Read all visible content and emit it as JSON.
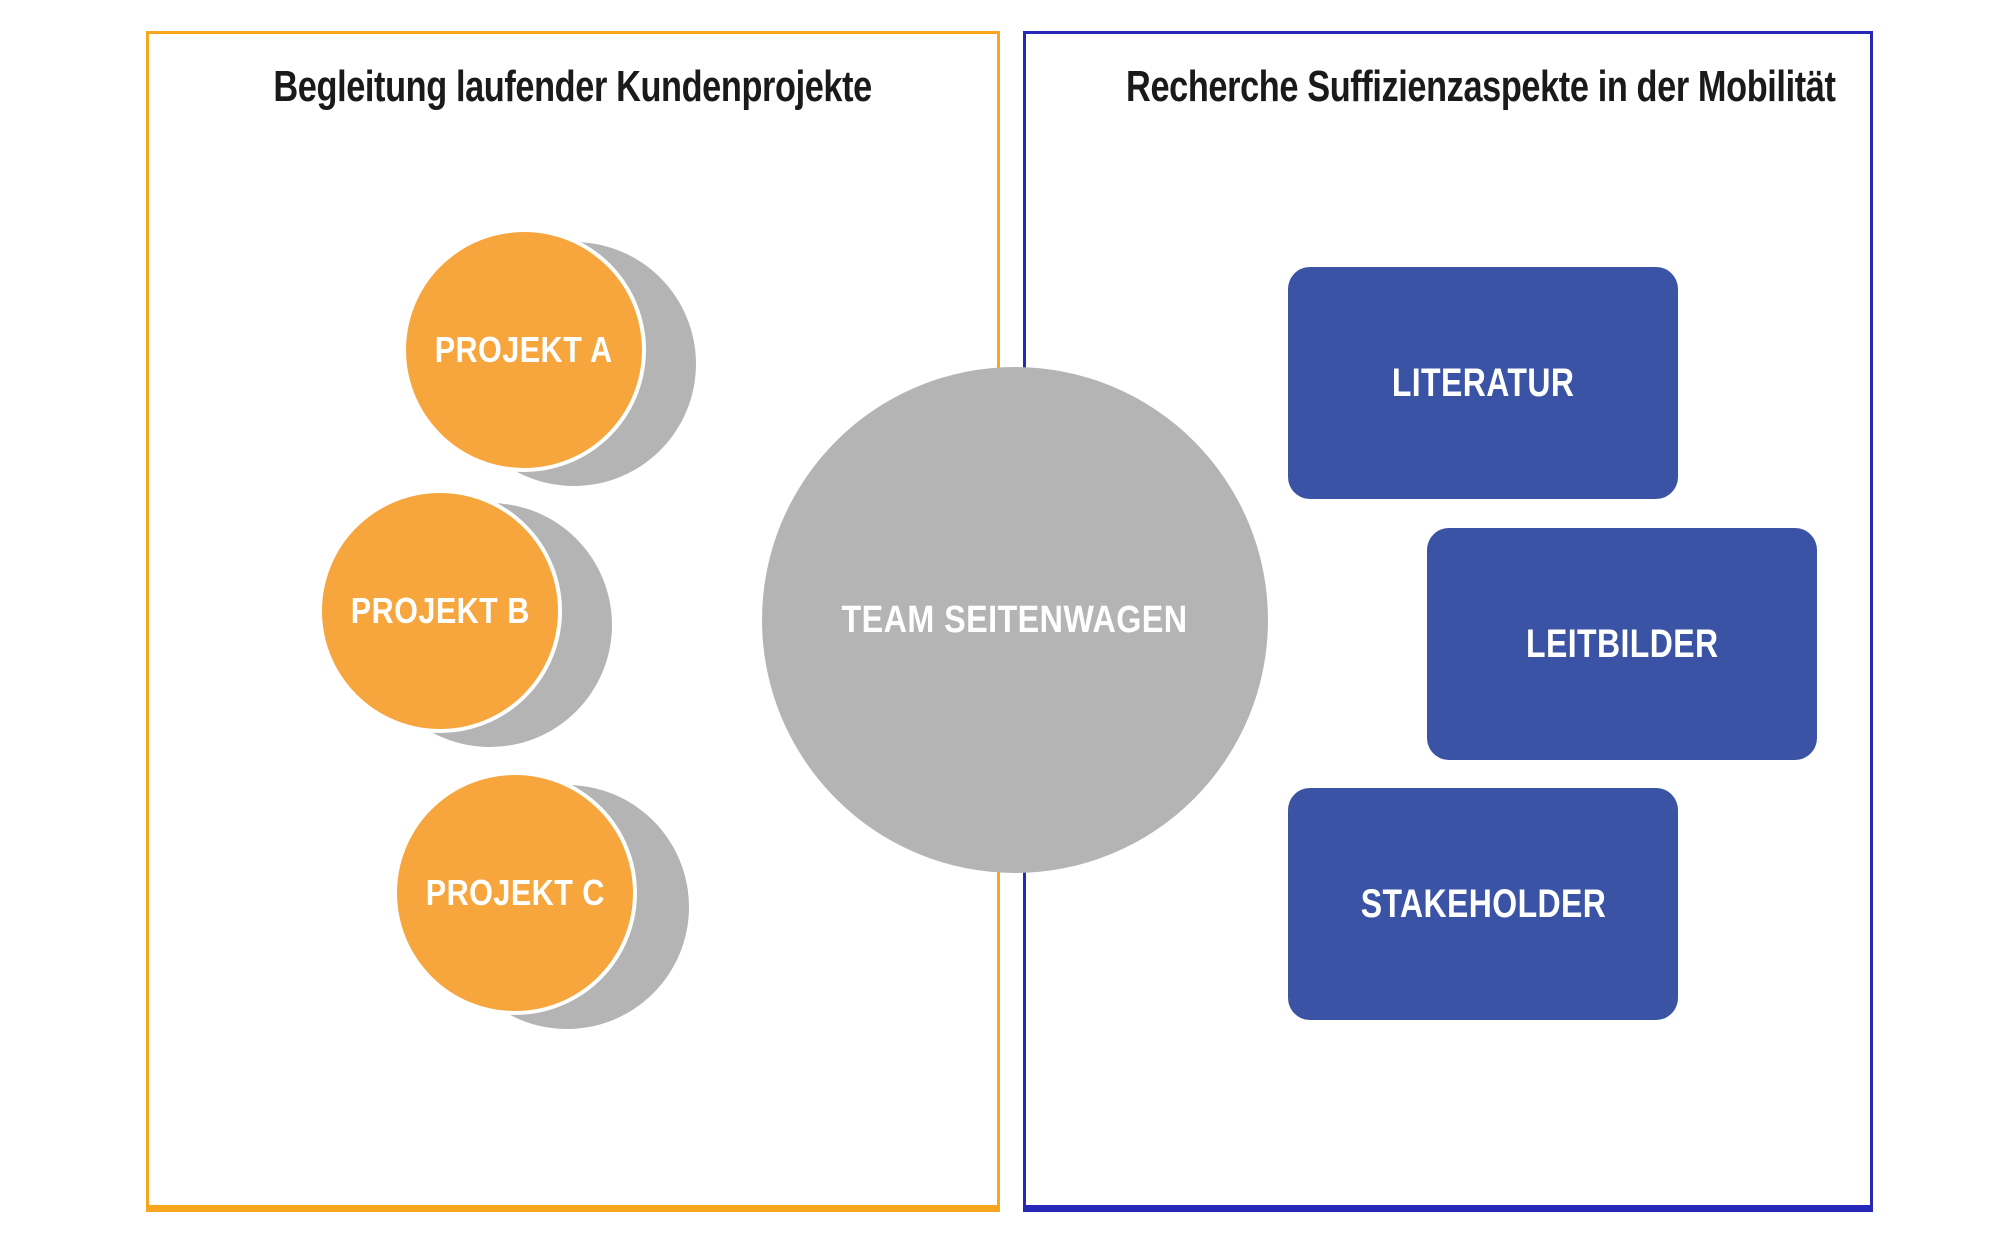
{
  "diagram": {
    "left_panel": {
      "title": "Begleitung laufender Kundenprojekte",
      "border_color": "#F9A61F",
      "circle_color": "#F6A63C",
      "shadow_color": "#B5B4B4",
      "projects": [
        {
          "label": "PROJEKT A"
        },
        {
          "label": "PROJEKT B"
        },
        {
          "label": "PROJEKT C"
        }
      ]
    },
    "center": {
      "label": "TEAM SEITENWAGEN",
      "circle_color": "#B5B4B4",
      "text_color": "#FFFFFF"
    },
    "right_panel": {
      "title": "Recherche Suffizienzaspekte in der Mobilität",
      "border_color": "#2828B8",
      "box_color": "#3A53A5",
      "topics": [
        {
          "label": "LITERATUR"
        },
        {
          "label": "LEITBILDER"
        },
        {
          "label": "STAKEHOLDER"
        }
      ]
    }
  }
}
